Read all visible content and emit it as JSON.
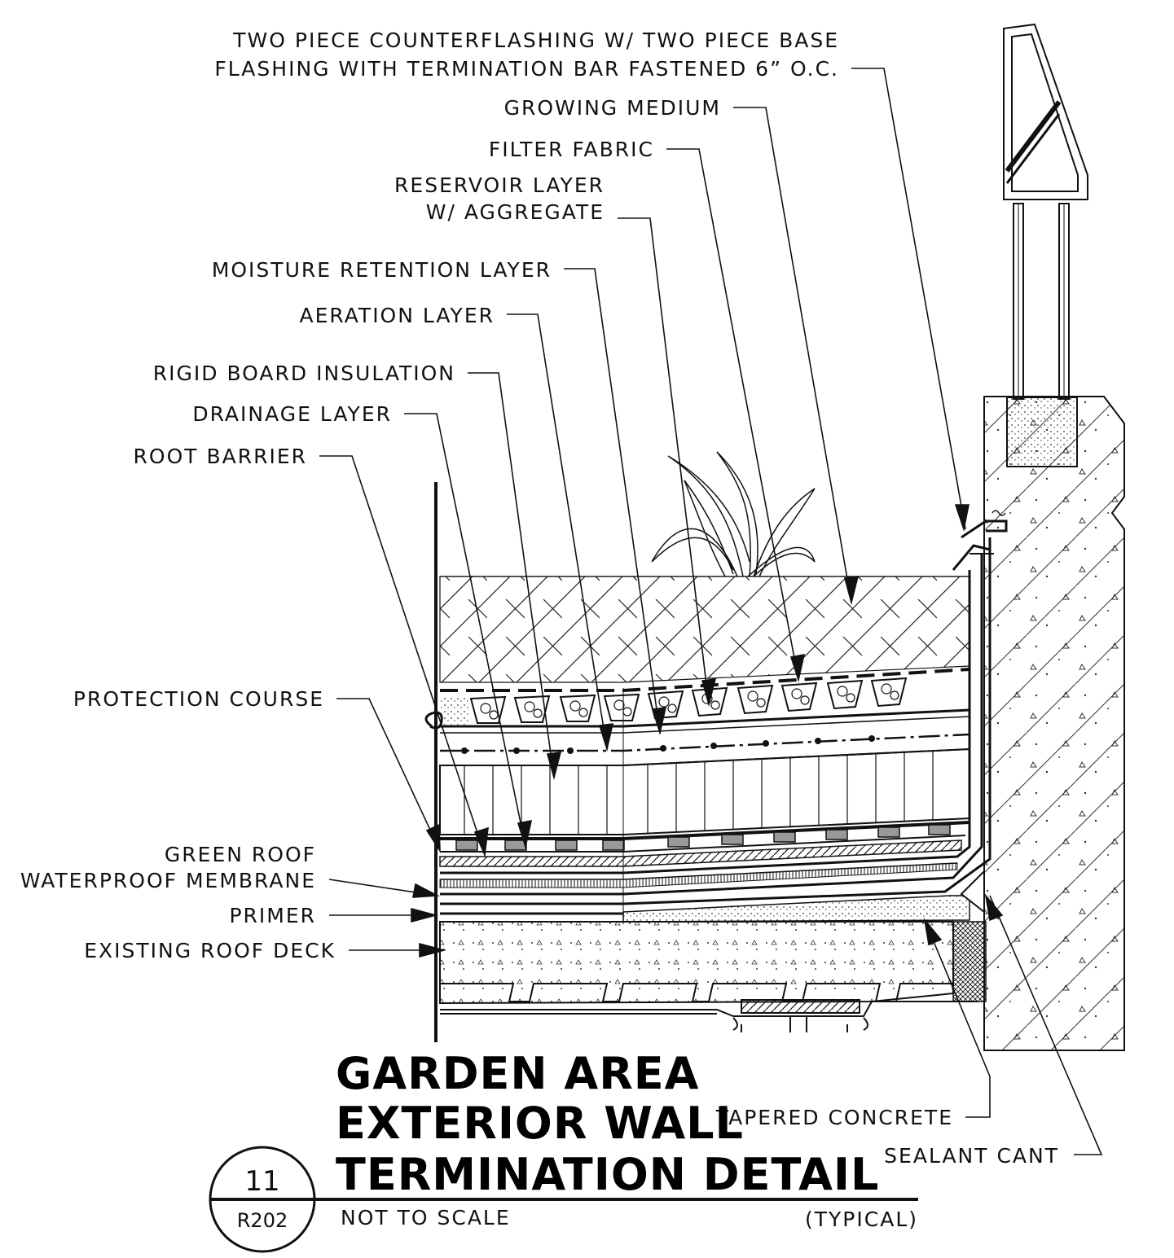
{
  "labels": {
    "counterflashing_1": "TWO PIECE COUNTERFLASHING W/ TWO PIECE BASE",
    "counterflashing_2": "FLASHING WITH TERMINATION BAR FASTENED 6” O.C.",
    "growing_medium": "GROWING MEDIUM",
    "filter_fabric": "FILTER FABRIC",
    "reservoir_1": "RESERVOIR LAYER",
    "reservoir_2": "W/ AGGREGATE",
    "moisture_retention": "MOISTURE RETENTION LAYER",
    "aeration": "AERATION LAYER",
    "rigid_insulation": "RIGID BOARD INSULATION",
    "drainage": "DRAINAGE LAYER",
    "root_barrier": "ROOT BARRIER",
    "protection_course": "PROTECTION COURSE",
    "membrane_1": "GREEN ROOF",
    "membrane_2": "WATERPROOF MEMBRANE",
    "primer": "PRIMER",
    "roof_deck": "EXISTING ROOF DECK",
    "tapered_concrete": "TAPERED CONCRETE",
    "sealant_cant": "SEALANT CANT"
  },
  "title": {
    "line1": "GARDEN AREA",
    "line2": "EXTERIOR WALL",
    "line3": "TERMINATION DETAIL"
  },
  "detail_bubble": {
    "number": "11",
    "sheet": "R202"
  },
  "scale_note": "NOT TO SCALE",
  "typical_note": "(TYPICAL)"
}
